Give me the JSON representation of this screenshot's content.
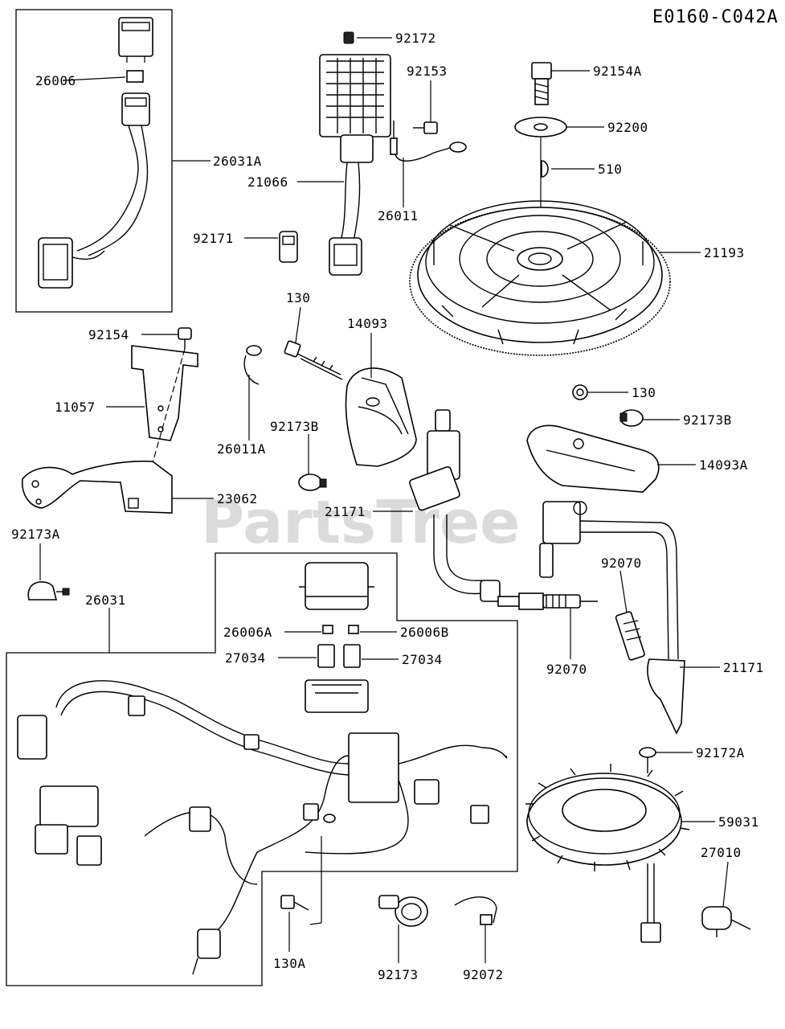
{
  "diagram_code": "E0160-C042A",
  "watermark": "PartsTree",
  "labels": {
    "l26006": "26006",
    "l26031A": "26031A",
    "l92172": "92172",
    "l92153": "92153",
    "l21066": "21066",
    "l26011": "26011",
    "l92154A": "92154A",
    "l92200": "92200",
    "l510": "510",
    "l21193": "21193",
    "l92171": "92171",
    "l130a": "130",
    "l14093": "14093",
    "l92154": "92154",
    "l11057": "11057",
    "l26011A": "26011A",
    "l92173B_left": "92173B",
    "l130b": "130",
    "l92173B_right": "92173B",
    "l14093A": "14093A",
    "l23062": "23062",
    "l21171_left": "21171",
    "l92173A": "92173A",
    "l92070_right": "92070",
    "l26031": "26031",
    "l26006A": "26006A",
    "l26006B": "26006B",
    "l27034_left": "27034",
    "l27034_right": "27034",
    "l21171_right": "21171",
    "l92070_bottom": "92070",
    "l92172A": "92172A",
    "l59031": "59031",
    "l27010": "27010",
    "l130A": "130A",
    "l92173": "92173",
    "l92072": "92072"
  }
}
